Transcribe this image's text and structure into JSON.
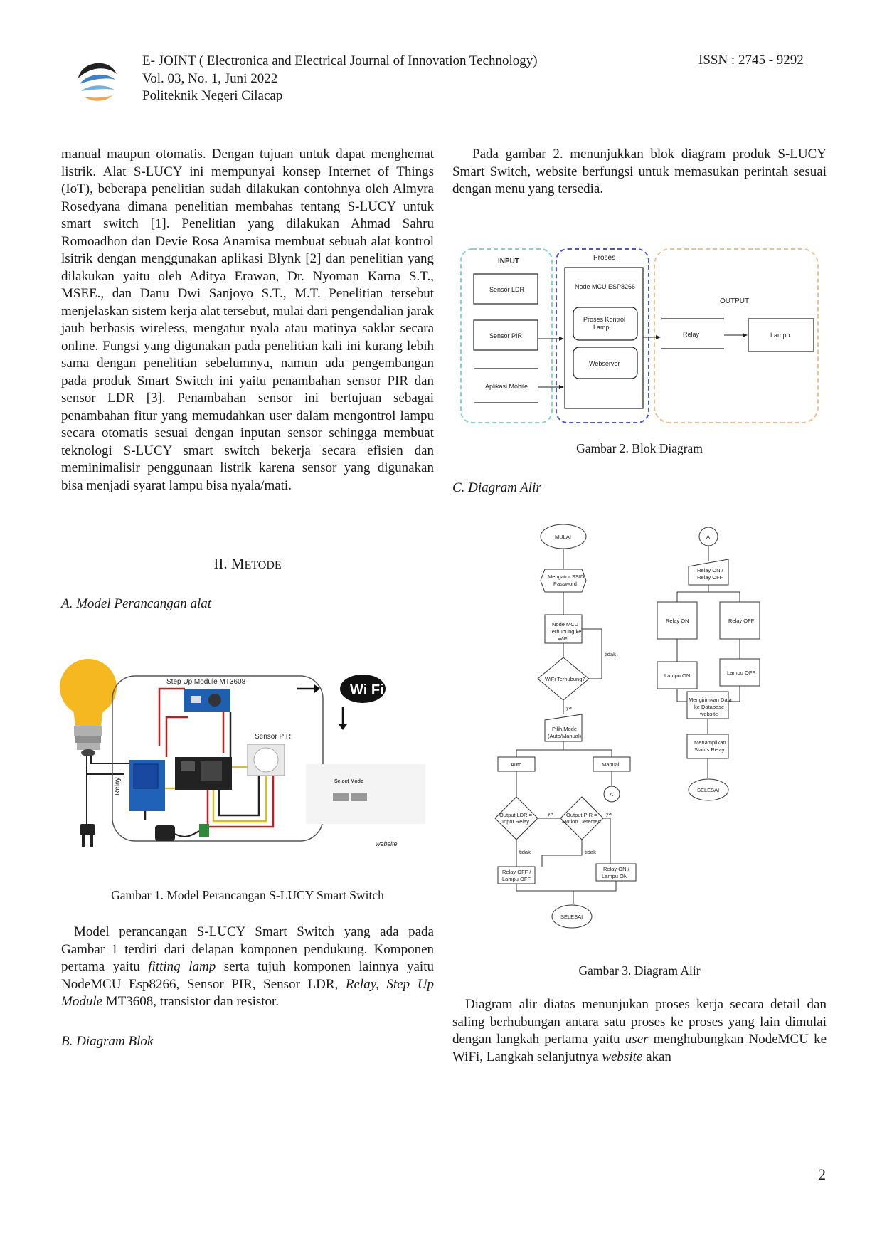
{
  "header": {
    "journal_line1": "E- JOINT ( Electronica and Electrical Journal of Innovation Technology)",
    "journal_line2": "Vol. 03, No. 1,   Juni 2022",
    "journal_line3": "Politeknik Negeri Cilacap",
    "issn": "ISSN :  2745 - 9292"
  },
  "left": {
    "intro_para": "manual maupun otomatis. Dengan tujuan untuk dapat menghemat listrik.  Alat S-LUCY ini mempunyai konsep Internet of Things (IoT), beberapa penelitian sudah dilakukan contohnya oleh Almyra Rosedyana dimana penelitian membahas tentang S-LUCY untuk smart switch [1]. Penelitian yang dilakukan Ahmad Sahru Romoadhon dan Devie Rosa Anamisa membuat sebuah alat kontrol lsitrik dengan menggunakan aplikasi Blynk [2] dan penelitian yang dilakukan yaitu oleh Aditya Erawan, Dr. Nyoman Karna S.T., MSEE., dan Danu Dwi Sanjoyo S.T., M.T. Penelitian tersebut menjelaskan sistem kerja alat tersebut, mulai dari pengendalian jarak jauh berbasis wireless, mengatur nyala atau matinya saklar secara online. Fungsi yang digunakan pada penelitian kali ini kurang lebih sama dengan penelitian sebelumnya, namun ada pengembangan pada produk Smart Switch ini yaitu penambahan sensor PIR dan sensor LDR [3]. Penambahan sensor ini bertujuan sebagai penambahan fitur yang memudahkan user dalam mengontrol lampu secara otomatis sesuai dengan inputan sensor sehingga membuat teknologi S-LUCY smart switch bekerja secara efisien dan meminimalisir penggunaan listrik karena sensor yang digunakan bisa menjadi syarat lampu bisa nyala/mati.",
    "section_num": "II.",
    "section_initial": "M",
    "section_rest": "ETODE",
    "sub_a": "A.   Model Perancangan alat",
    "fig1": {
      "step_up_label": "Step Up Module MT3608",
      "sensor_pir_label": "Sensor PIR",
      "relay_label": "Relay",
      "wifi_label": "Wi Fi",
      "website_label": "website",
      "select_mode_label": "Select Mode"
    },
    "fig1_caption": "Gambar 1. Model Perancangan S-LUCY Smart Switch",
    "model_para_1": "Model perancangan S-LUCY Smart Switch yang ada pada Gambar 1 terdiri dari delapan komponen pendukung. Komponen pertama yaitu ",
    "model_para_italic1": "fitting lamp",
    "model_para_2": " serta tujuh komponen lainnya yaitu NodeMCU Esp8266, Sensor PIR, Sensor LDR, ",
    "model_para_italic2": "Relay, Step Up Module",
    "model_para_3": " MT3608, transistor dan resistor.",
    "sub_b": "B.   Diagram Blok"
  },
  "right": {
    "blok_para": "Pada gambar 2. menunjukkan blok diagram produk S-LUCY Smart Switch, website berfungsi untuk memasukan perintah sesuai dengan menu yang tersedia.",
    "fig2": {
      "input_title": "INPUT",
      "proses_title": "Proses",
      "output_title": "OUTPUT",
      "sensor_ldr": "Sensor LDR",
      "sensor_pir": "Sensor PIR",
      "aplikasi_mobile": "Aplikasi Mobile",
      "node_mcu": "Node MCU ESP8266",
      "proses_kontrol_1": "Proses Kontrol",
      "proses_kontrol_2": "Lampu",
      "webserver": "Webserver",
      "relay": "Relay",
      "lampu": "Lampu"
    },
    "fig2_caption": "Gambar 2. Blok Diagram",
    "sub_c": "C.   Diagram Alir",
    "fig3": {
      "mulai": "MULAI",
      "ssid_1": "Mengatur SSID,",
      "ssid_2": "Password",
      "node_1": "Node MCU",
      "node_2": "Terhubung ke",
      "node_3": "WiFi",
      "tidak": "tidak",
      "wifi_q": "WiFi Terhubung?",
      "ya": "ya",
      "pilih_1": "Pilih Mode",
      "pilih_2": "(Auto/Manual)",
      "auto": "Auto",
      "manual": "Manual",
      "a": "A",
      "ldr_1": "Output LDR =",
      "ldr_2": "Input Relay",
      "pir_1": "Output PIR =",
      "pir_2": "Motion Detected",
      "relay_off_1": "Relay OFF /",
      "relay_off_2": "Lampu OFF",
      "relay_on_1": "Relay ON /",
      "relay_on_2": "Lampu ON",
      "selesai": "SELESAI",
      "relay_onoff_1": "Relay ON /",
      "relay_onoff_2": "Relay OFF",
      "relay_on": "Relay ON",
      "relay_off": "Relay OFF",
      "lampu_on": "Lampu ON",
      "lampu_off": "Lampu OFF",
      "kirim_1": "Mengirimkan Data",
      "kirim_2": "ke Database",
      "kirim_3": "website",
      "tampil_1": "Menampilkan",
      "tampil_2": "Status Relay"
    },
    "fig3_caption": "Gambar 3. Diagram Alir",
    "alir_para_1": "Diagram alir diatas menunjukan proses kerja secara detail dan saling berhubungan antara satu proses ke proses yang lain dimulai dengan langkah pertama yaitu ",
    "alir_para_italic1": "user",
    "alir_para_2": " menghubungkan NodeMCU ke WiFi, Langkah selanjutnya ",
    "alir_para_italic2": "website",
    "alir_para_3": " akan"
  },
  "page_number": "2"
}
